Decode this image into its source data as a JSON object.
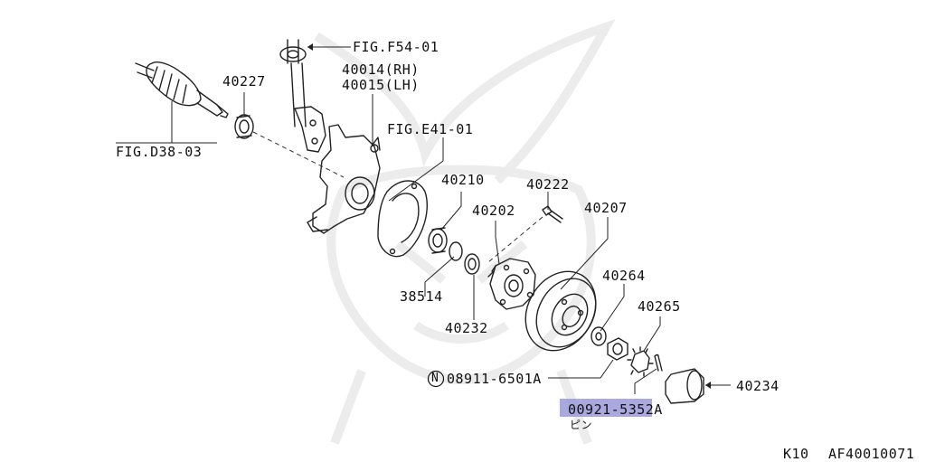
{
  "diagram": {
    "labels": {
      "fig_f54": "FIG.F54-01",
      "p40014": "40014(RH)",
      "p40015": "40015(LH)",
      "p40227": "40227",
      "fig_e41": "FIG.E41-01",
      "fig_d38": "FIG.D38-03",
      "p40210": "40210",
      "p40222": "40222",
      "p40207": "40207",
      "p40202": "40202",
      "p40264": "40264",
      "p38514": "38514",
      "p40265": "40265",
      "p40232": "40232",
      "p08911": "08911-6501A",
      "nut_marker": "N",
      "p40234": "40234",
      "p00921": "00921-5352A",
      "p00921_sub": "ピン"
    },
    "highlight_color": "#9a99d9",
    "footer": {
      "code_left": "K10",
      "code_right": "AF40010071"
    }
  }
}
